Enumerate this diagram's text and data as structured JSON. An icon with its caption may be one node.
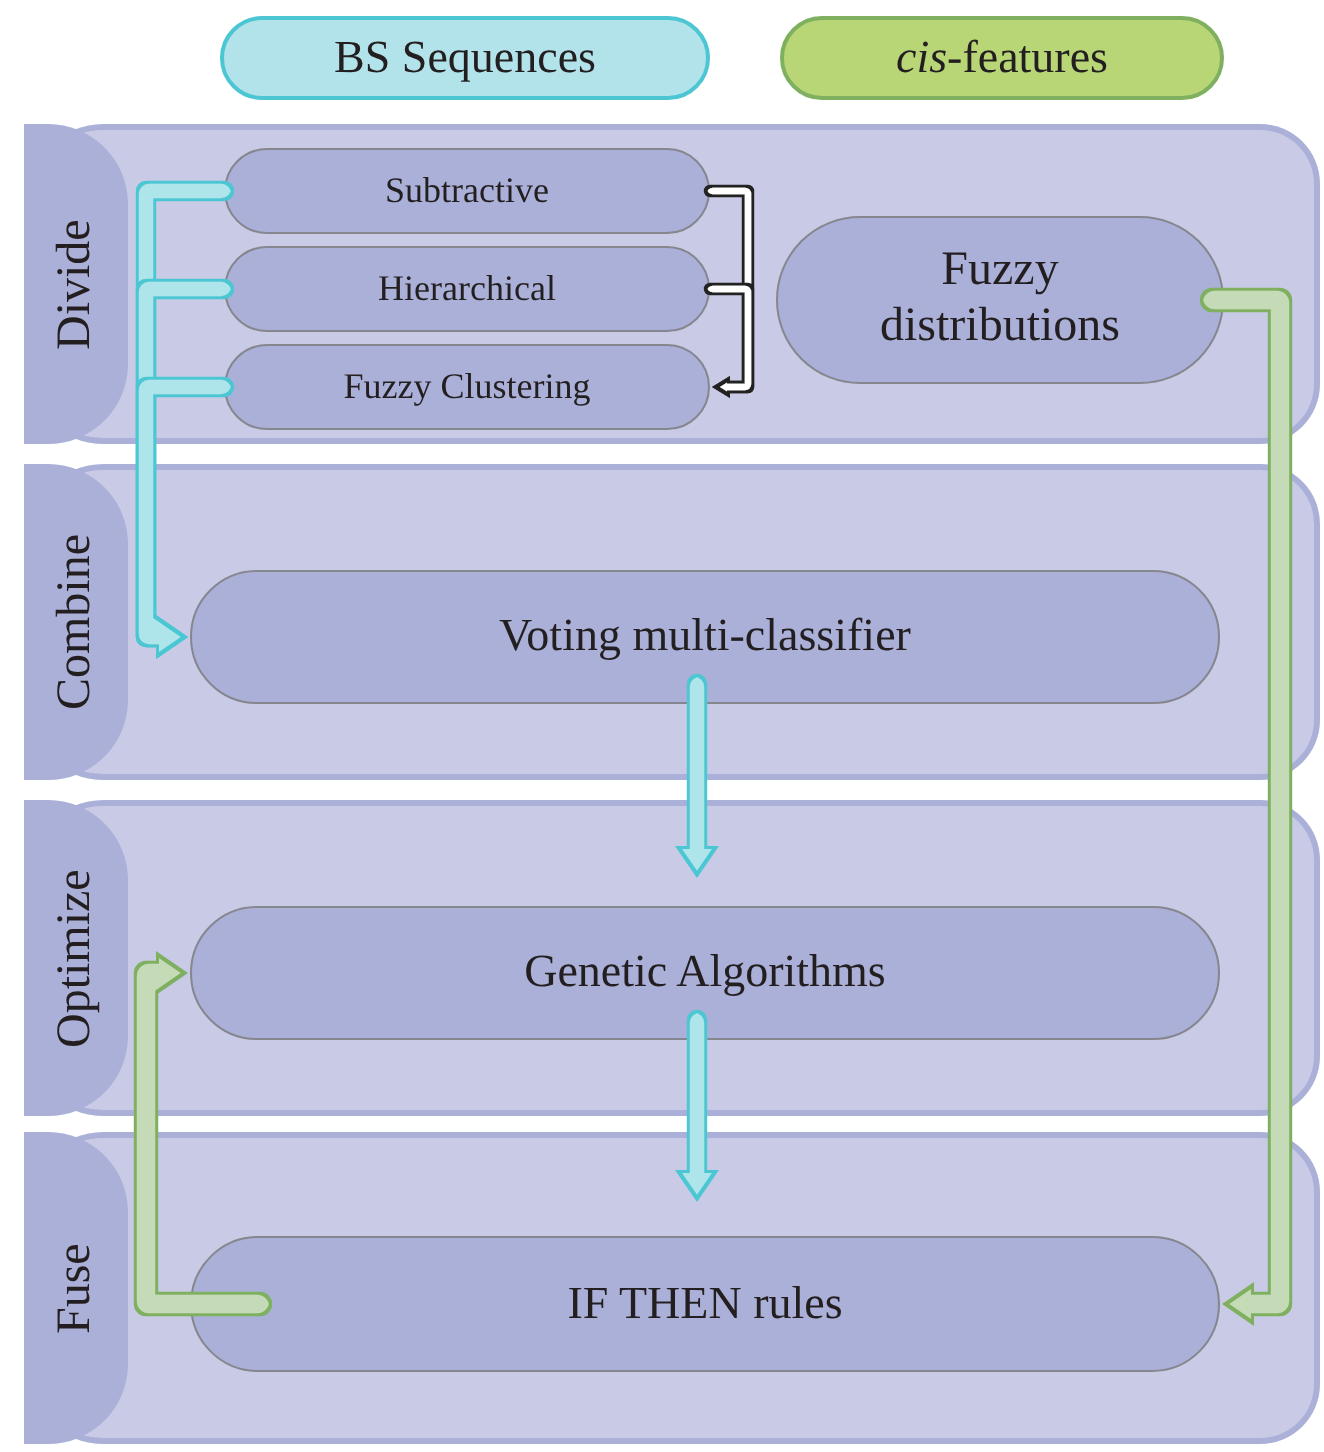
{
  "diagram": {
    "nodes": [
      {
        "text": [
          "BS Sequences"
        ]
      },
      {
        "text": [
          "*cis*-features"
        ]
      },
      {
        "text": [
          "Divide"
        ]
      },
      {
        "text": [
          "Subtractive"
        ],
        "in": 2
      },
      {
        "text": [
          "Hierarchical"
        ],
        "in": 2
      },
      {
        "text": [
          "Fuzzy Clustering"
        ],
        "in": 2
      },
      {
        "text": [
          "Fuzzy distributions"
        ],
        "in": 2
      },
      {
        "text": [
          "Combine"
        ]
      },
      {
        "text": [
          "Voting multi-classifier"
        ],
        "in": 7
      },
      {
        "text": [
          "Optimize"
        ]
      },
      {
        "text": [
          "Genetic Algorithms"
        ],
        "in": 9
      },
      {
        "text": [
          "Fuse"
        ]
      },
      {
        "text": [
          "IF THEN rules"
        ],
        "in": 11
      }
    ],
    "edges": [
      {
        "from": 3,
        "to": 8,
        "arrow": "to"
      },
      {
        "from": 4,
        "to": 8,
        "arrow": "to"
      },
      {
        "from": 5,
        "to": 8,
        "arrow": "to"
      },
      {
        "from": 3,
        "to": 5,
        "arrow": "to",
        "color": "#222222"
      },
      {
        "from": 4,
        "to": 5,
        "arrow": "to",
        "color": "#222222"
      },
      {
        "from": 8,
        "to": 10,
        "arrow": "to"
      },
      {
        "from": 10,
        "to": 12,
        "arrow": "to"
      },
      {
        "from": 6,
        "to": 12,
        "arrow": "to",
        "color": "#7fb060"
      },
      {
        "from": 12,
        "to": 10,
        "arrow": "to",
        "color": "#7fb060"
      }
    ]
  }
}
